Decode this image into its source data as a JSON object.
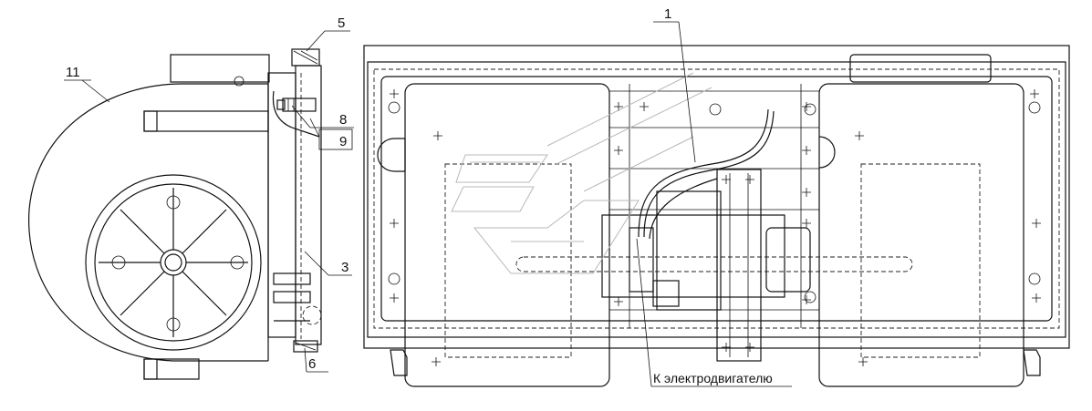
{
  "callouts": {
    "c1": "1",
    "c3": "3",
    "c5": "5",
    "c6": "6",
    "c8": "8",
    "c9": "9",
    "c11": "11"
  },
  "motor_label": "К электродвигателю",
  "icons": {
    "fan_wheel": "fan-wheel-icon",
    "screw": "screw-icon"
  },
  "colors": {
    "line": "#111111",
    "background": "#ffffff",
    "watermark": "#b8b8b8"
  }
}
